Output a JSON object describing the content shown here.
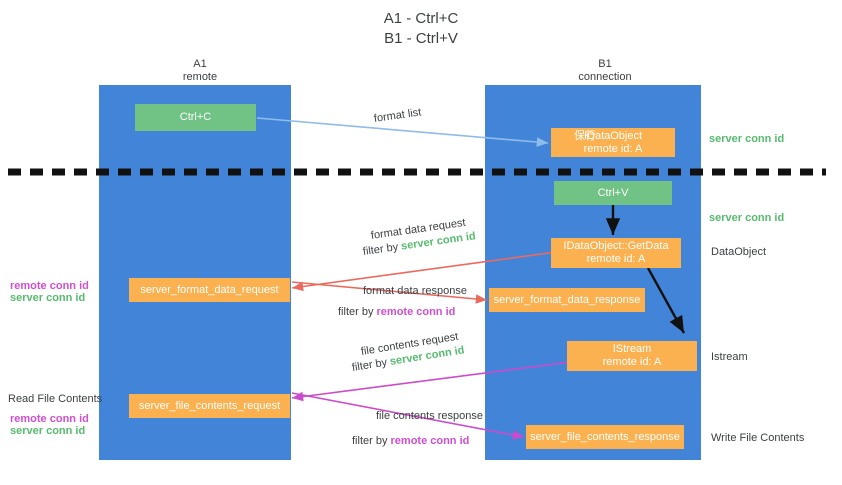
{
  "title": {
    "line1": "A1 - Ctrl+C",
    "line2": "B1 - Ctrl+V"
  },
  "colors": {
    "lane": "#4285d8",
    "green_box": "#71c285",
    "orange_box": "#fbb150",
    "green_text": "#57bb6e",
    "magenta_text": "#d14fd1",
    "red_arrow": "#ea6a5e",
    "magenta_arrow": "#cc4bcc",
    "blue_arrow": "#8fbcea",
    "black_arrow": "#1a1a1a",
    "background": "#ffffff"
  },
  "lanes": [
    {
      "name": "A1",
      "sub": "remote"
    },
    {
      "name": "B1",
      "sub": "connection"
    }
  ],
  "boxes": {
    "ctrl_c": "Ctrl+C",
    "ctrl_v": "Ctrl+V",
    "idataobject_garbled_overlay": "保行",
    "idataobject_line1": "IDataObject",
    "idataobject_line2": "remote id: A",
    "getdata_line1": "IDataObject::GetData",
    "getdata_line2": "remote id: A",
    "istream_line1": "IStream",
    "istream_line2": "remote id: A",
    "server_format_data_request": "server_format_data_request",
    "server_format_data_response": "server_format_data_response",
    "server_file_contents_request": "server_file_contents_request",
    "server_file_contents_response": "server_file_contents_response"
  },
  "arrow_labels": {
    "format_list": "format list",
    "format_data_request": "format data request",
    "format_data_request_filter_prefix": "filter by ",
    "format_data_request_filter_value": "server conn id",
    "format_data_response": "format data response",
    "format_data_response_filter_prefix": "filter by ",
    "format_data_response_filter_value": "remote conn id",
    "file_contents_request": "file contents request",
    "file_contents_request_filter_prefix": "filter by ",
    "file_contents_request_filter_value": "server conn id",
    "file_contents_response": "file contents response",
    "file_contents_response_filter_prefix": "filter by ",
    "file_contents_response_filter_value": "remote conn id"
  },
  "right_labels": {
    "server_conn_id_top": "server conn id",
    "server_conn_id_mid": "server conn id",
    "dataobject": "DataObject",
    "istream": "Istream",
    "write_file_contents": "Write File Contents"
  },
  "left_labels": {
    "remote_conn_id_upper": "remote conn id",
    "server_conn_id_upper": "server conn id",
    "read_file_contents": "Read File Contents",
    "remote_conn_id_lower": "remote conn id",
    "server_conn_id_lower": "server conn id"
  }
}
